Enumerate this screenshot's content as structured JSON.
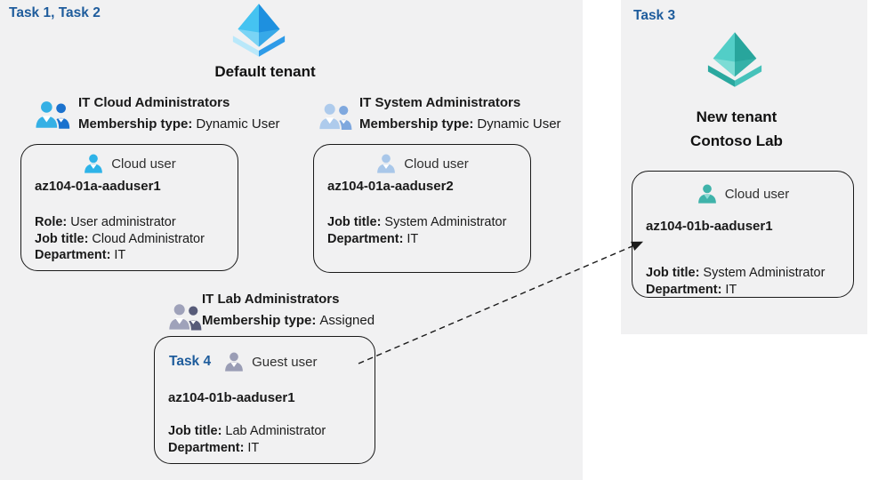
{
  "colors": {
    "task_label_blue": "#1e5c9c",
    "panel_background": "#f1f1f2",
    "card_outline": "#1a1a1a",
    "arrow": "#1a1a1a",
    "aad_tenant_blue": "#2e9be8",
    "aad_tenant_teal": "#2aa89f",
    "cloud_user_cyan": "#2eb3e8",
    "cloud_user_steel_blue": "#a9c7e9",
    "guest_user_gray": "#9a9db5",
    "cloud_user_teal": "#3fb3aa"
  },
  "left_panel": {
    "task_label": "Task 1, Task 2",
    "tenant_title": "Default tenant",
    "groups": [
      {
        "name": "IT Cloud Administrators",
        "membership_label": "Membership type:",
        "membership_value": "Dynamic User",
        "card": {
          "user_type": "Cloud user",
          "name": "az104-01a-aaduser1",
          "details": [
            {
              "label": "Role:",
              "value": "User administrator"
            },
            {
              "label": "Job title:",
              "value": "Cloud Administrator"
            },
            {
              "label": "Department:",
              "value": "IT"
            }
          ]
        }
      },
      {
        "name": "IT System Administrators",
        "membership_label": "Membership type:",
        "membership_value": "Dynamic User",
        "card": {
          "user_type": "Cloud user",
          "name": "az104-01a-aaduser2",
          "details": [
            {
              "label": "Job title:",
              "value": "System Administrator"
            },
            {
              "label": "Department:",
              "value": "IT"
            }
          ]
        }
      },
      {
        "name": "IT Lab Administrators",
        "membership_label": "Membership type:",
        "membership_value": "Assigned",
        "card": {
          "task_label": "Task 4",
          "user_type": "Guest user",
          "name": "az104-01b-aaduser1",
          "details": [
            {
              "label": "Job title:",
              "value": "Lab Administrator"
            },
            {
              "label": "Department:",
              "value": "IT"
            }
          ]
        }
      }
    ]
  },
  "right_panel": {
    "task_label": "Task 3",
    "tenant_title_line1": "New tenant",
    "tenant_title_line2": "Contoso Lab",
    "card": {
      "user_type": "Cloud user",
      "name": "az104-01b-aaduser1",
      "details": [
        {
          "label": "Job title:",
          "value": "System Administrator"
        },
        {
          "label": "Department:",
          "value": "IT"
        }
      ]
    }
  }
}
